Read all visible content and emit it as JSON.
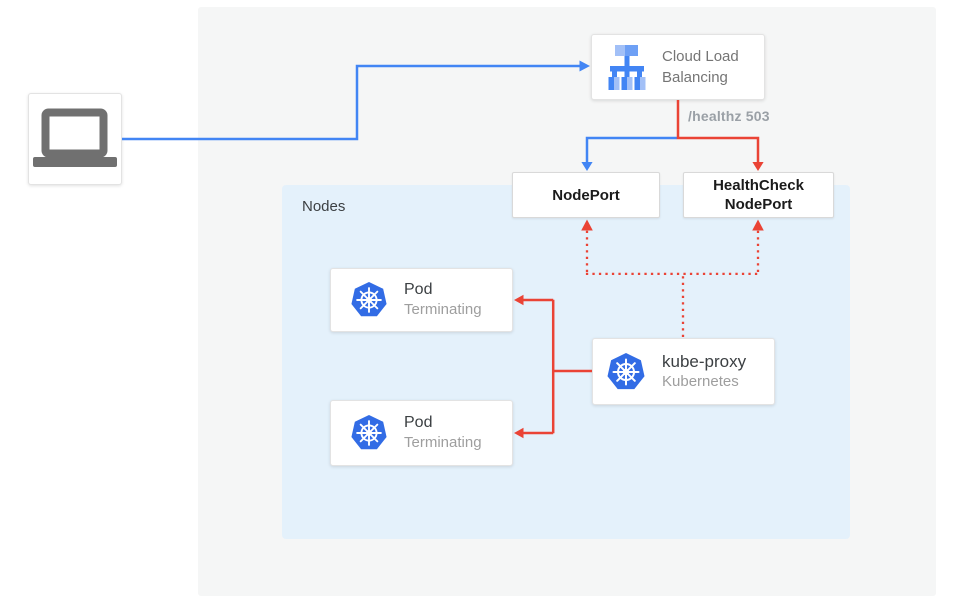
{
  "diagram": {
    "title_context": "Kubernetes load-balancer health-check diagram",
    "laptop": {
      "icon": "laptop-icon"
    },
    "clb": {
      "label": "Cloud Load Balancing",
      "icon": "cloud-load-balancing-icon"
    },
    "healthz_badge": "/healthz 503",
    "nodeport": {
      "label": "NodePort"
    },
    "healthcheck_nodeport": {
      "label": "HealthCheck NodePort"
    },
    "nodes_group": {
      "label": "Nodes"
    },
    "pods": [
      {
        "title": "Pod",
        "status": "Terminating",
        "icon": "kubernetes-icon"
      },
      {
        "title": "Pod",
        "status": "Terminating",
        "icon": "kubernetes-icon"
      }
    ],
    "kube_proxy": {
      "title": "kube-proxy",
      "subtitle": "Kubernetes",
      "icon": "kubernetes-icon"
    },
    "colors": {
      "traffic_blue": "#4285f4",
      "health_red": "#ea4335",
      "nodes_bg": "#e4f1fb",
      "canvas_bg": "#f5f6f6",
      "kubernetes_blue": "#326ce5",
      "muted_text": "#9e9e9e",
      "dark_text": "#3c4043"
    }
  }
}
